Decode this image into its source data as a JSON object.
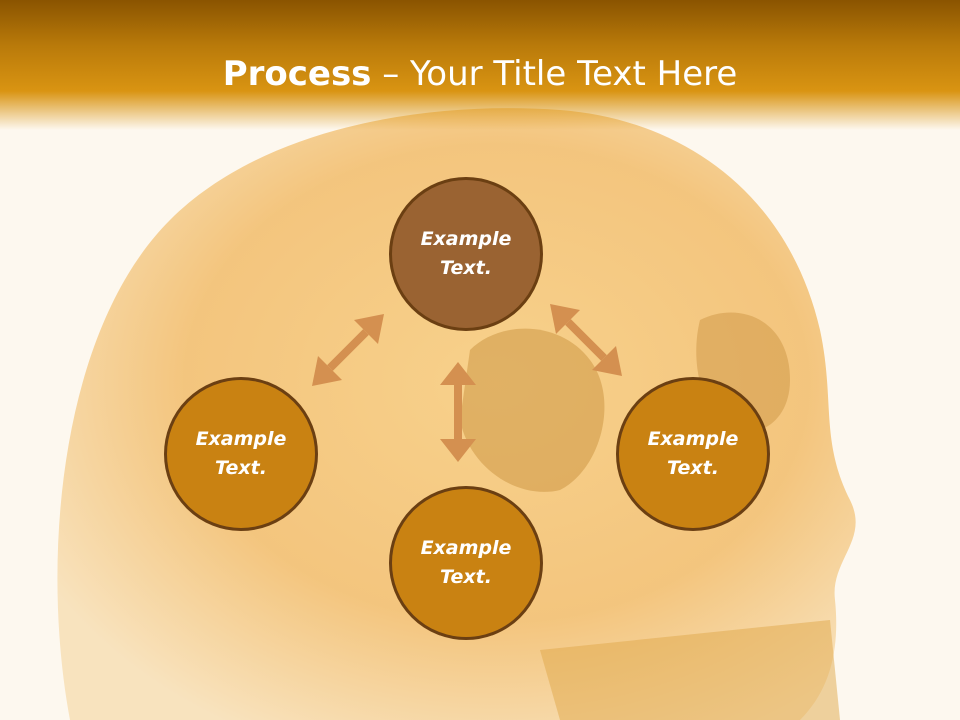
{
  "title": {
    "bold": "Process",
    "rest": " – Your Title Text Here"
  },
  "nodes": {
    "top": {
      "text": "Example Text.",
      "color": "#9a6332"
    },
    "left": {
      "text": "Example Text.",
      "color": "#c98212"
    },
    "right": {
      "text": "Example Text.",
      "color": "#c98212"
    },
    "bottom": {
      "text": "Example Text.",
      "color": "#c98212"
    }
  },
  "colors": {
    "header": "#d99412",
    "arrow": "#d49050",
    "node_border": "#6b3f12",
    "background": "#fdf8ef"
  }
}
